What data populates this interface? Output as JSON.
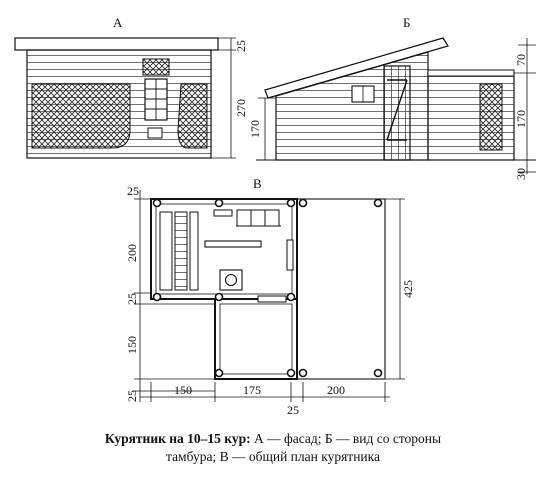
{
  "views": {
    "a": {
      "label": "А"
    },
    "b": {
      "label": "Б"
    },
    "c": {
      "label": "В"
    }
  },
  "dimensions": {
    "a_right_top": "25",
    "a_right_height": "270",
    "b_left_height": "170",
    "b_right_top": "70",
    "b_right_mid": "170",
    "b_right_bottom": "30",
    "plan_top": "25",
    "plan_left_upper": "200",
    "plan_left_mid": "25",
    "plan_left_lower": "150",
    "plan_left_bottom": "25",
    "plan_bottom_1": "150",
    "plan_bottom_2": "175",
    "plan_bottom_3": "200",
    "plan_bottom_extra": "25",
    "plan_right": "425"
  },
  "caption": {
    "bold": "Курятник на 10–15 кур:",
    "line1_rest": " А — фасад; Б — вид со стороны",
    "line2": "тамбура; В — общий план курятника"
  }
}
